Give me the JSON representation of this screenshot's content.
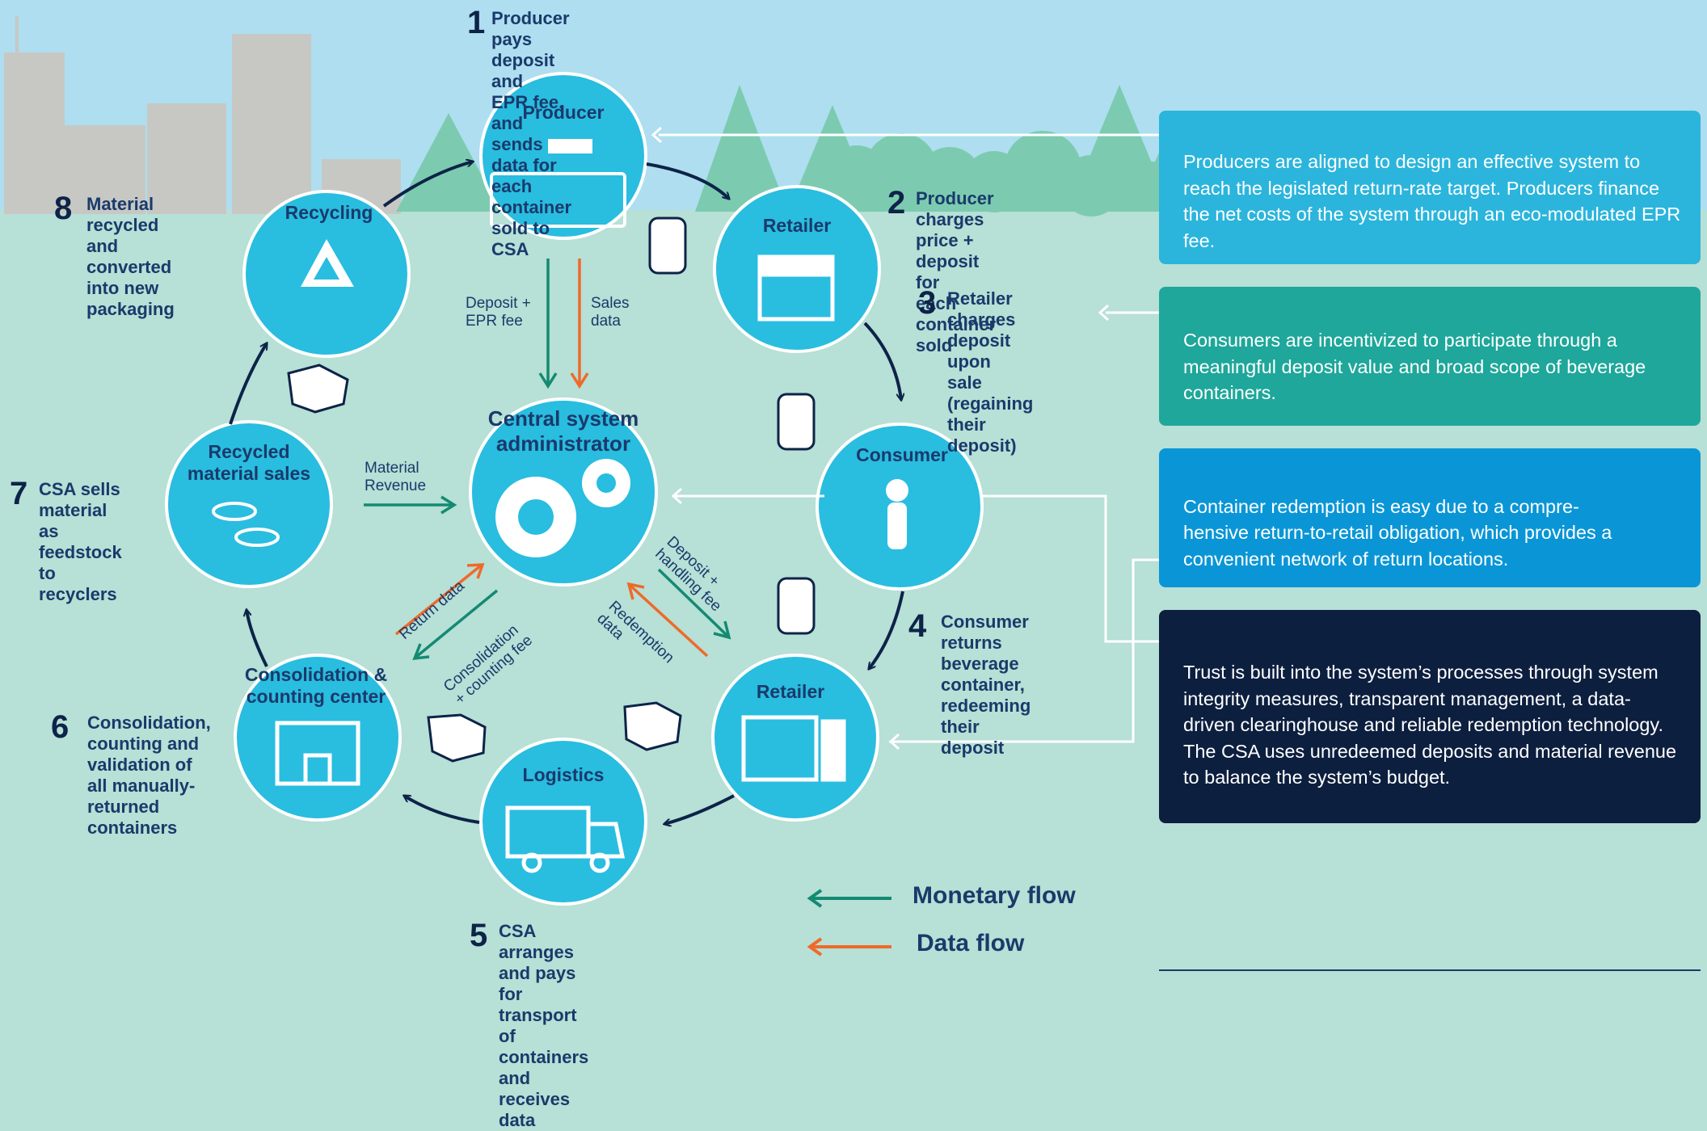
{
  "steps": [
    {
      "num": "1",
      "text": "Producer pays deposit and\nEPR fee, and sends data for\neach container sold to CSA"
    },
    {
      "num": "2",
      "text": "Producer charges\nprice + deposit for\neach container sold"
    },
    {
      "num": "3",
      "text": "Retailer charges\ndeposit upon\nsale (regaining\ntheir deposit)"
    },
    {
      "num": "4",
      "text": "Consumer\nreturns beverage\ncontainer,\nredeeming their\ndeposit"
    },
    {
      "num": "5",
      "text": "CSA arranges and pays for\ntransport of containers and\nreceives data"
    },
    {
      "num": "6",
      "text": "Consolidation,\ncounting and\nvalidation of\nall manually-\nreturned\ncontainers"
    },
    {
      "num": "7",
      "text": "CSA sells\nmaterial as\nfeedstock to\nrecyclers"
    },
    {
      "num": "8",
      "text": "Material recycled\nand converted\ninto new\npackaging"
    }
  ],
  "nodes": {
    "producer": "Producer",
    "retailer_top": "Retailer",
    "consumer": "Consumer",
    "retailer_bottom": "Retailer",
    "logistics": "Logistics",
    "consolidation": "Consolidation &\ncounting center",
    "recycled_sales": "Recycled\nmaterial sales",
    "recycling": "Recycling",
    "csa": "Central system\nadministrator"
  },
  "flows": {
    "deposit_epr": "Deposit +\nEPR fee",
    "sales_data": "Sales\ndata",
    "material_revenue": "Material\nRevenue",
    "return_data": "Return data",
    "consolidation_fee": "Consolidation\n+ counting fee",
    "deposit_handling": "Deposit +\nhandling fee",
    "redemption_data": "Redemption\ndata"
  },
  "boxes": [
    {
      "text": "Producers are aligned to design an effective system to reach the legislated return-rate target. Producers finance the net costs of the system through an eco-modulated EPR fee.",
      "color": "#2bb5dc"
    },
    {
      "text": "Consumers are incentivized to participate through a meaningful deposit value and broad scope of beverage containers.",
      "color": "#1ea79a"
    },
    {
      "text": "Container redemption is easy due to a compre-\nhensive return-to-retail obligation, which provides a convenient network of return locations.",
      "color": "#0a96d6"
    },
    {
      "text": "Trust is built into the system’s processes through system integrity measures, transparent management, a data-driven clearinghouse and reliable redemption technology. The CSA uses unredeemed deposits and material revenue to balance the system’s budget.",
      "color": "#0d1f3f"
    }
  ],
  "legend": {
    "monetary": "Monetary flow",
    "data": "Data flow"
  },
  "colors": {
    "sky": "#aedef0",
    "ground": "#b7e0d6",
    "node": "#29bde0",
    "navy": "#0d2348",
    "monetary": "#148a72",
    "data": "#ef6a2a",
    "trees": "#7ccbb0",
    "buildings": "#c7c8c4"
  }
}
